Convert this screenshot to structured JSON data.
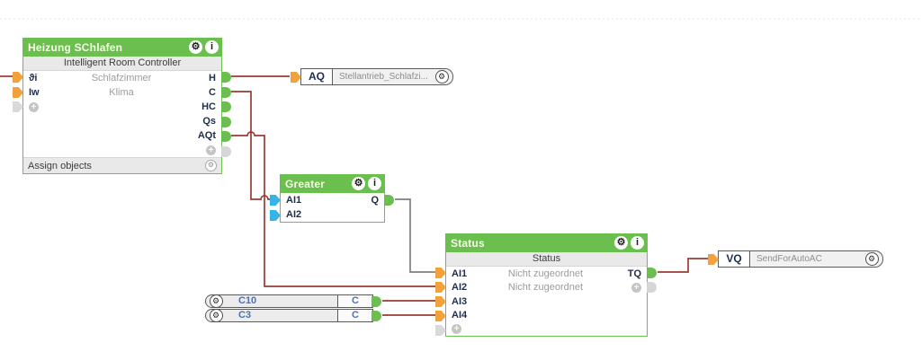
{
  "icons": {
    "gear": "⚙",
    "info": "i",
    "plus": "+"
  },
  "colors": {
    "block_green": "#6abf4f",
    "wire_red": "#993b33",
    "wire_gray": "#7f7f7f",
    "connector_orange": "#f2a13c",
    "connector_blue": "#35b4e5",
    "connector_green": "#6abf4f",
    "connector_gray": "#d6d6d6",
    "port_text": "#1e2d4f",
    "reference_text_blue": "#4a72b2",
    "muted_text": "#9c9c9c"
  },
  "blocks": {
    "irc": {
      "title": "Heizung SChlafen",
      "subtitle": "Intelligent Room Controller",
      "footer": "Assign objects",
      "rows": [
        {
          "left": "ϑi",
          "center": "Schlafzimmer",
          "right": "H"
        },
        {
          "left": "Iw",
          "center": "Klima",
          "right": "C"
        },
        {
          "left": "",
          "center": "",
          "right": "HC"
        },
        {
          "left": "",
          "center": "",
          "right": "Qs"
        },
        {
          "left": "",
          "center": "",
          "right": "AQt"
        },
        {
          "left": "",
          "center": "",
          "right": ""
        }
      ]
    },
    "greater": {
      "title": "Greater",
      "rows": [
        {
          "left": "AI1",
          "right": "Q"
        },
        {
          "left": "AI2",
          "right": ""
        }
      ]
    },
    "status": {
      "title": "Status",
      "subtitle": "Status",
      "rows": [
        {
          "left": "AI1",
          "center": "Nicht zugeordnet",
          "right": "TQ"
        },
        {
          "left": "AI2",
          "center": "Nicht zugeordnet",
          "right": ""
        },
        {
          "left": "AI3",
          "center": "",
          "right": ""
        },
        {
          "left": "AI4",
          "center": "",
          "right": ""
        },
        {
          "left": "",
          "center": "",
          "right": ""
        }
      ]
    },
    "aq_ref": {
      "port": "AQ",
      "label": "Stellantrieb_Schlafzi..."
    },
    "vq_ref": {
      "port": "VQ",
      "label": "SendForAutoAC"
    },
    "c10_ref": {
      "label": "C10",
      "port": "C"
    },
    "c3_ref": {
      "label": "C3",
      "port": "C"
    }
  }
}
